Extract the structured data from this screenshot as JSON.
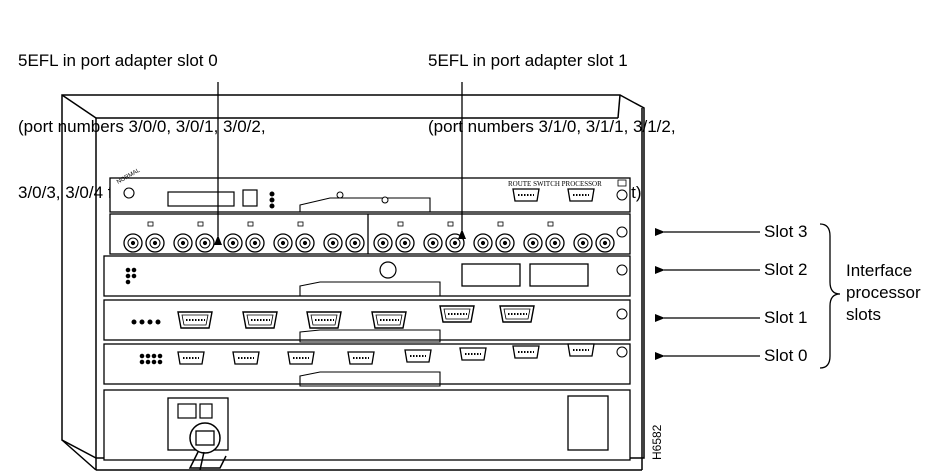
{
  "callouts": {
    "slot0_adapter": {
      "line1": "5EFL in port adapter slot 0",
      "line2": "(port numbers 3/0/0, 3/0/1, 3/0/2,",
      "line3": "3/0/3, 3/0/4 from left to right)"
    },
    "slot1_adapter": {
      "line1": "5EFL in port adapter slot 1",
      "line2": "(port numbers 3/1/0, 3/1/1, 3/1/2,",
      "line3": "3/1/3, 3/1/4 from left to right)"
    }
  },
  "slots": [
    {
      "label": "Slot 3"
    },
    {
      "label": "Slot 2"
    },
    {
      "label": "Slot 1"
    },
    {
      "label": "Slot 0"
    }
  ],
  "group_label": {
    "line1": "Interface",
    "line2": "processor",
    "line3": "slots"
  },
  "figure_id": "H6582"
}
